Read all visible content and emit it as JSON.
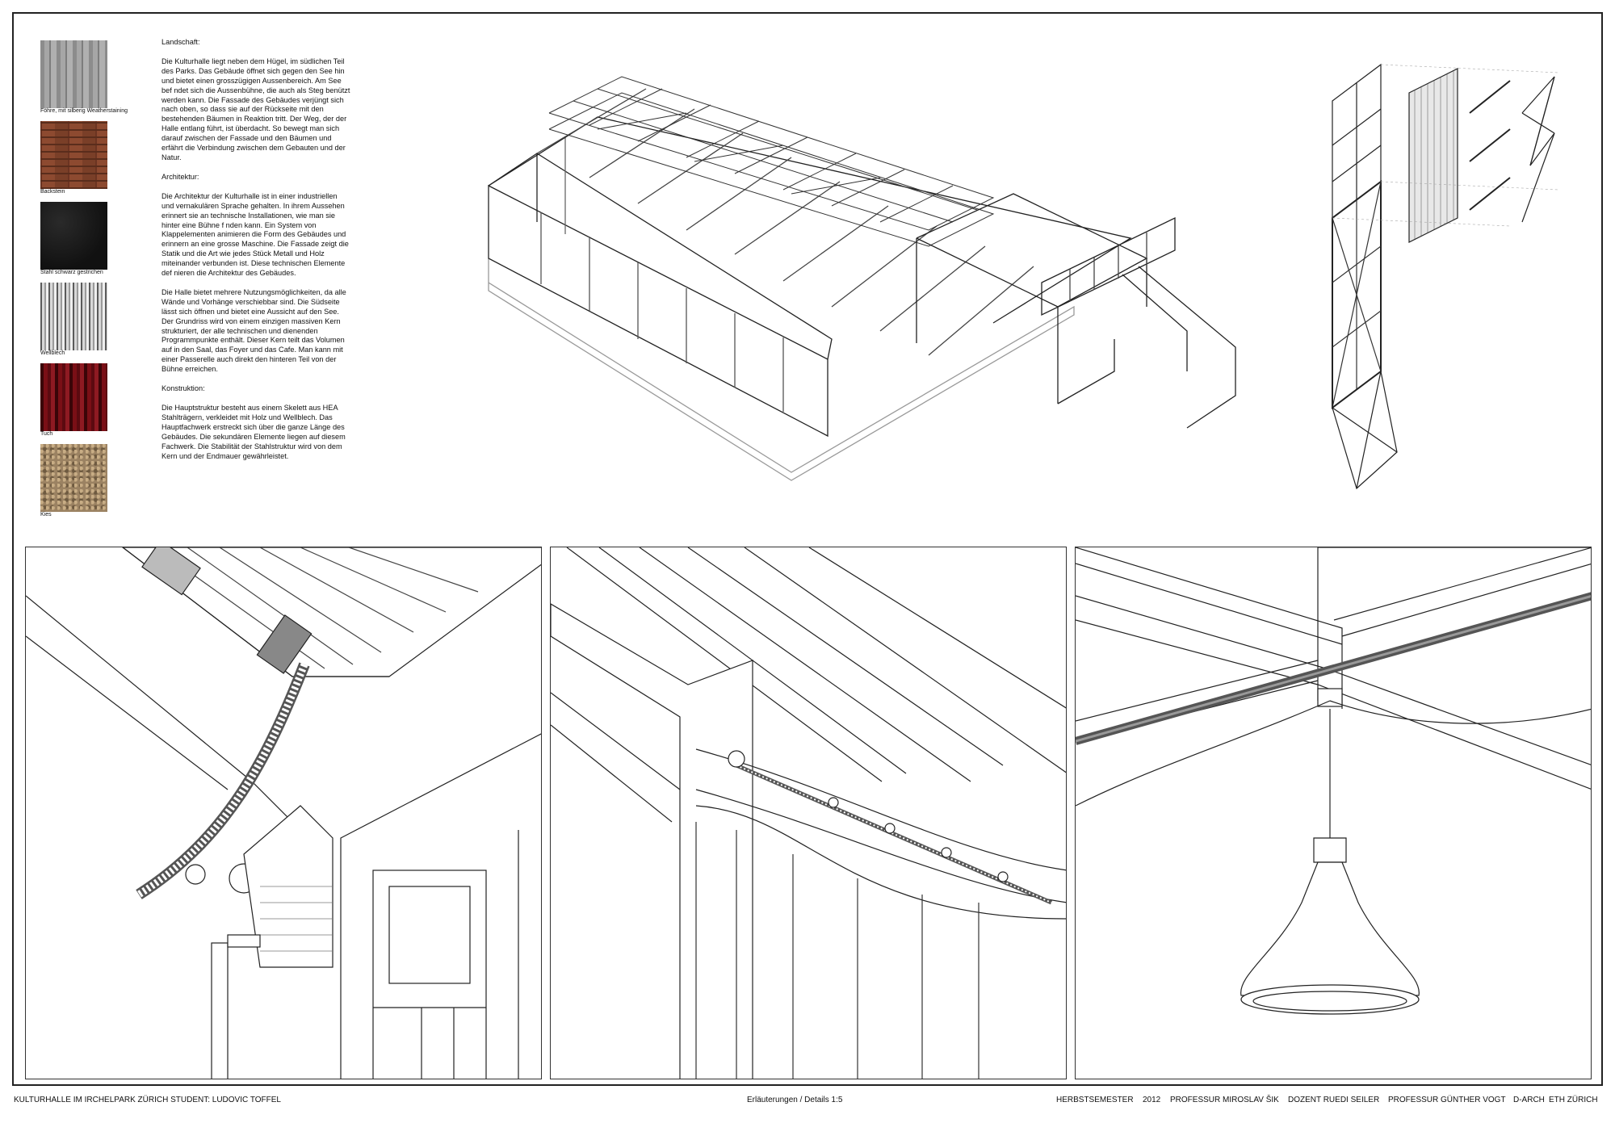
{
  "materials": [
    {
      "label": "Föhre, mit  silberig Weatherstaining",
      "icon": "wood-texture"
    },
    {
      "label": "Backstein",
      "icon": "brick-texture"
    },
    {
      "label": "Stahl schwarz gestrichen",
      "icon": "black-steel-texture"
    },
    {
      "label": "Wellblech",
      "icon": "corrugated-sheet-texture"
    },
    {
      "label": "Tuch",
      "icon": "red-curtain-texture"
    },
    {
      "label": "Kies",
      "icon": "gravel-texture"
    }
  ],
  "sections": {
    "landschaft": {
      "heading": "Landschaft:",
      "body": "Die Kulturhalle liegt neben dem Hügel, im südlichen Teil des Parks. Das Gebäude öffnet sich gegen den See hin und bietet einen grosszügigen Aussenbereich. Am See bef ndet sich die Aussenbühne, die auch als Steg benützt werden kann. Die Fassade des Gebäudes verjüngt sich nach oben, so dass sie auf der Rückseite mit den bestehenden Bäumen in Reaktion tritt. Der Weg, der der Halle entlang führt, ist überdacht. So bewegt man sich darauf zwischen der Fassade und den Bäumen und erfährt die Verbindung zwischen dem Gebauten und der Natur."
    },
    "architektur": {
      "heading": "Architektur:",
      "body1": "Die Architektur der Kulturhalle ist in einer industriellen und vernakulären Sprache gehalten. In ihrem Aussehen erinnert sie an technische Installationen, wie man sie hinter eine Bühne f nden kann. Ein System von Klappelementen animieren die Form des Gebäudes und erinnern an eine grosse Maschine. Die Fassade zeigt die Statik und die Art wie jedes Stück Metall und Holz miteinander verbunden ist. Diese technischen Elemente def nieren die Architektur des Gebäudes.",
      "body2": "Die Halle bietet mehrere Nutzungsmöglichkeiten, da alle Wände und Vorhänge verschiebbar sind. Die Südseite lässt sich öffnen und bietet eine Aussicht auf den See. Der Grundriss wird von einem einzigen massiven Kern strukturiert, der alle technischen und dienenden Programmpunkte enthält. Dieser Kern teilt das Volumen auf in den Saal, das Foyer und das Cafe. Man kann mit einer Passerelle auch direkt den hinteren Teil von der Bühne erreichen."
    },
    "konstruktion": {
      "heading": "Konstruktion:",
      "body": "Die Hauptstruktur besteht aus einem Skelett aus HEA Stahlträgern, verkleidet mit Holz und Wellblech. Das Hauptfachwerk erstreckt sich über die ganze Länge des Gebäudes. Die sekundären Elemente liegen auf diesem Fachwerk. Die Stabilität der Stahlstruktur wird von dem Kern und der Endmauer gewährleistet."
    }
  },
  "footer": {
    "project": "KULTURHALLE IM IRCHELPARK ZÜRICH STUDENT: LUDOVIC TOFFEL",
    "sheet": "Erläuterungen / Details 1:5",
    "semester": "HERBSTSEMESTER",
    "year": "2012",
    "prof1": "PROFESSUR MIROSLAV ŠIK",
    "dozent": "DOZENT RUEDI SEILER",
    "prof2": "PROFESSUR GÜNTHER VOGT",
    "dept": "D-ARCH",
    "school": "ETH ZÜRICH"
  },
  "drawings": [
    {
      "icon": "building-isometric-icon"
    },
    {
      "icon": "facade-panel-exploded-icon"
    },
    {
      "icon": "roof-hinge-gear-detail-icon"
    },
    {
      "icon": "curtain-rail-detail-icon"
    },
    {
      "icon": "pendant-lamp-detail-icon"
    }
  ]
}
